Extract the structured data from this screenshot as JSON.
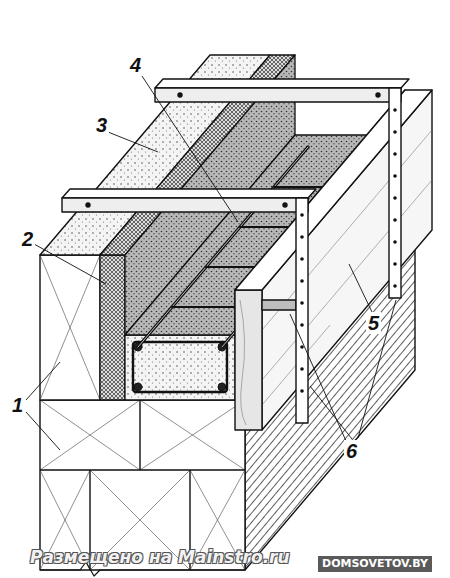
{
  "diagram": {
    "labels": [
      "4",
      "3",
      "2",
      "5",
      "1",
      "6",
      "Размещено на Mainstro.ru",
      "DOMSOVETOV.BY"
    ]
  }
}
